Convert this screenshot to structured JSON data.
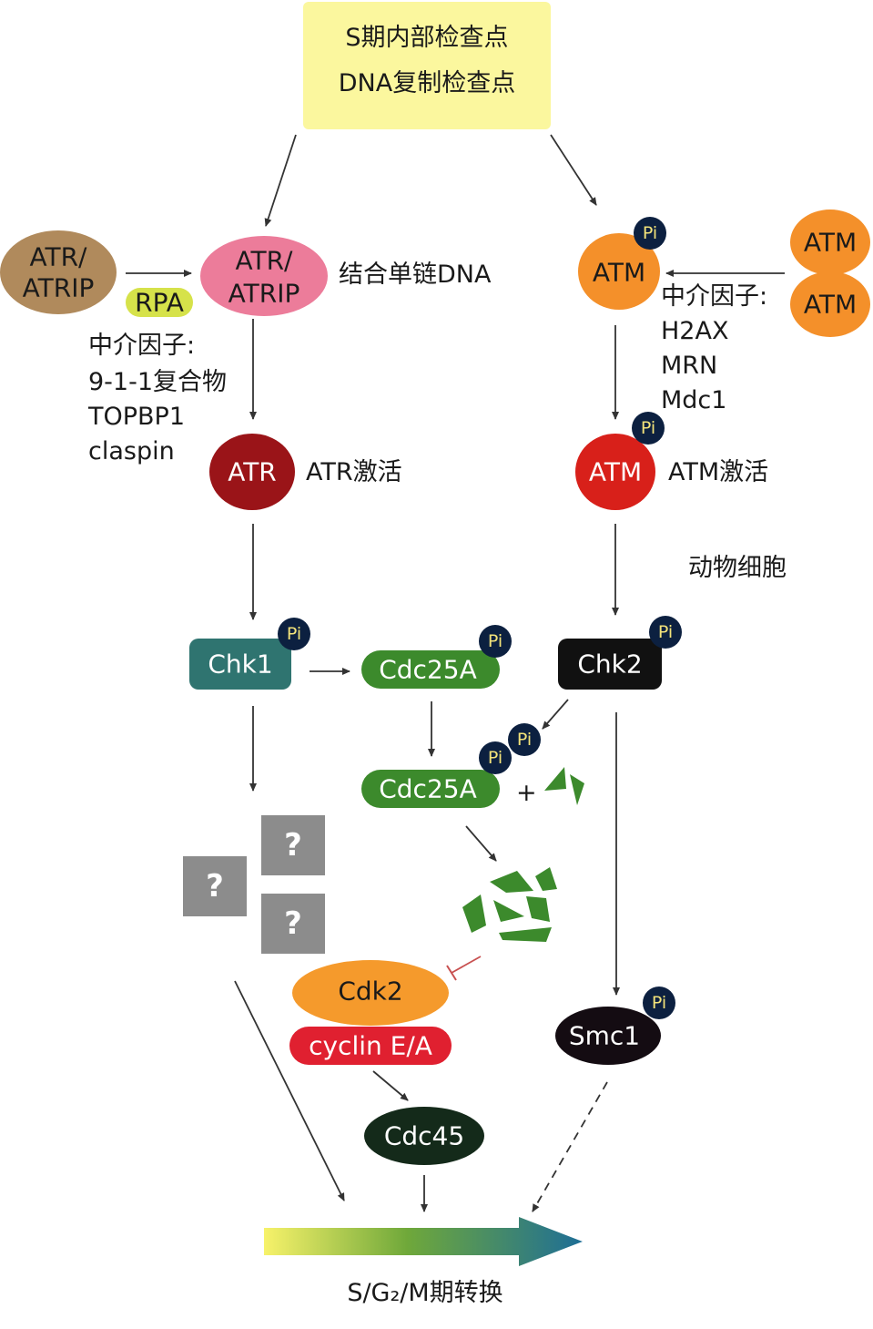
{
  "header": {
    "line1": "S期内部检查点",
    "line2": "DNA复制检查点",
    "bg_color": "#fbf79e"
  },
  "left": {
    "atr_atrip_free": "ATR/\nATRIP",
    "rpa": "RPA",
    "atr_atrip_bound": "ATR/\nATRIP",
    "bind_label": "结合单链DNA",
    "mediators_title": "中介因子:",
    "mediators": [
      "9-1-1复合物",
      "TOPBP1",
      "claspin"
    ],
    "atr_active": "ATR",
    "atr_active_label": "ATR激活",
    "chk1": "Chk1",
    "question": "?"
  },
  "right": {
    "atm_dimer_top": "ATM",
    "atm_dimer_bottom": "ATM",
    "atm_p": "ATM",
    "mediators_title": "中介因子:",
    "mediators": [
      "H2AX",
      "MRN",
      "Mdc1"
    ],
    "atm_active": "ATM",
    "atm_active_label": "ATM激活",
    "animal_cell": "动物细胞",
    "chk2": "Chk2",
    "smc1": "Smc1"
  },
  "center": {
    "cdc25a": "Cdc25A",
    "cdc25a_pp": "Cdc25A",
    "plus": "+",
    "cdk2": "Cdk2",
    "cyclin": "cyclin E/A",
    "cdc45": "Cdc45"
  },
  "phospho": "Pi",
  "bottom_label": "S/G₂/M期转换",
  "colors": {
    "atr_free": "#b08a5c",
    "rpa": "#d6e24a",
    "atr_bound": "#ec7c9a",
    "atr_active": "#9a1418",
    "atm": "#f4902a",
    "atm_active": "#d8201a",
    "chk1": "#2f7470",
    "cdc25a": "#3c8a2c",
    "chk2": "#111111",
    "cdk2": "#f59a2c",
    "cyclin": "#e02030",
    "cdc45": "#142a1a",
    "smc1": "#140c12",
    "pi": "#0c2040",
    "question_box": "#8c8c8c",
    "fragments": "#3c8a2c",
    "inhibit": "#c85050"
  }
}
